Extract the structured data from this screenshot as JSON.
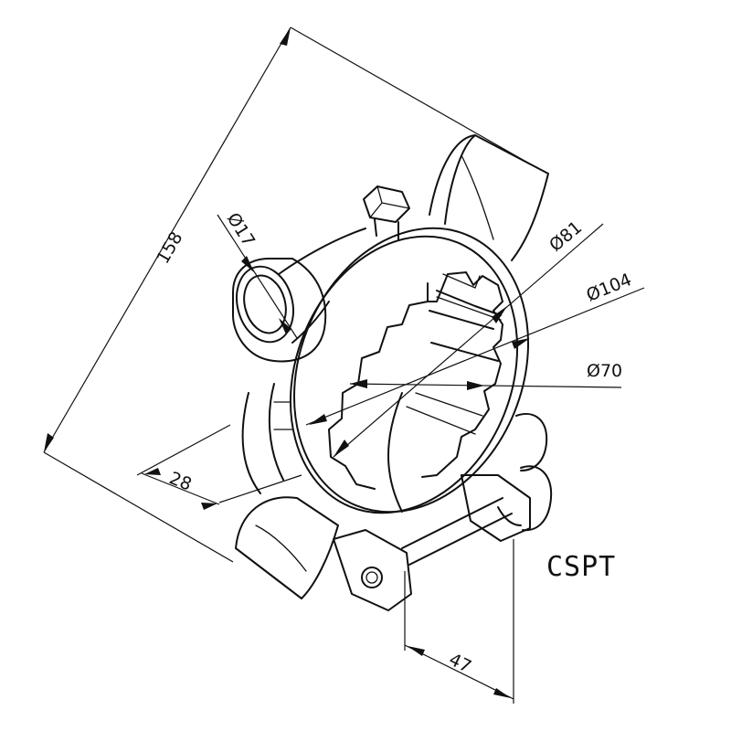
{
  "dimensions": {
    "length": "158",
    "bore_diameter": "Ø17",
    "diameter_81": "Ø81",
    "diameter_104": "Ø104",
    "diameter_70": "Ø70",
    "offset_28": "28",
    "width_47": "47"
  },
  "model_label": "CSPT"
}
